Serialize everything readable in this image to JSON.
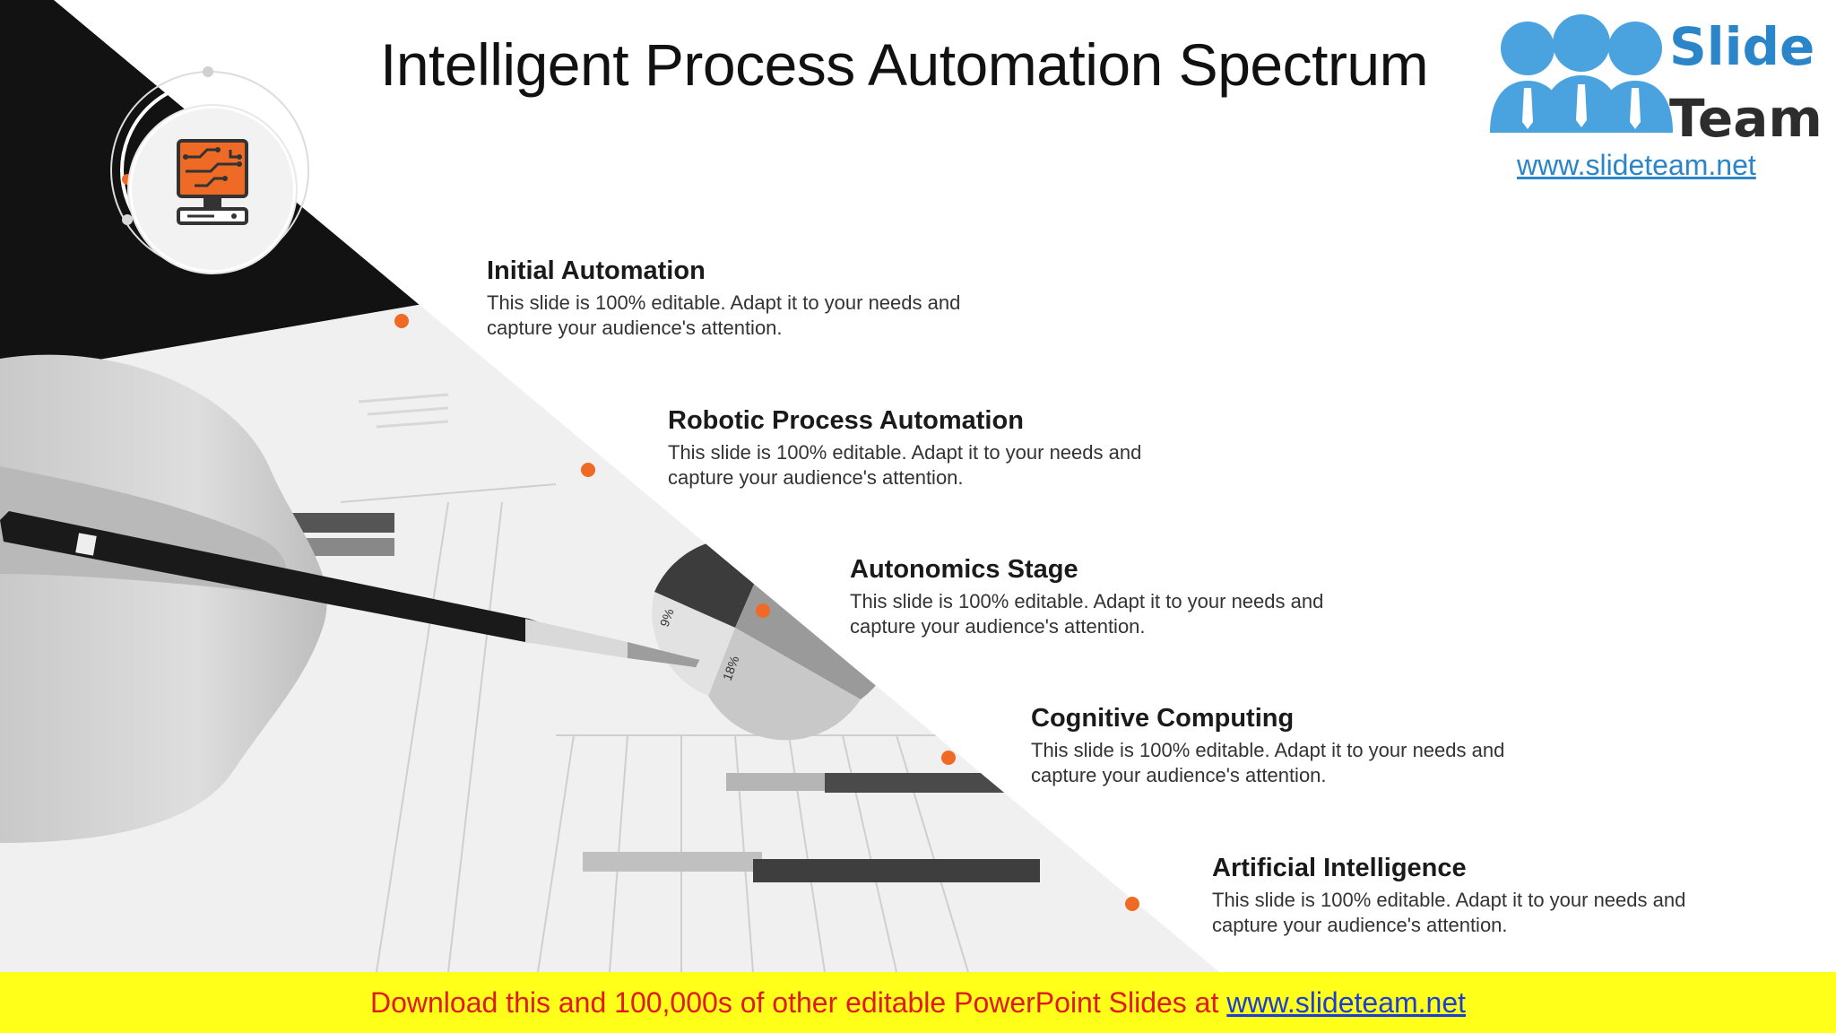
{
  "title": "Intelligent Process Automation Spectrum",
  "items": [
    {
      "title": "Initial Automation",
      "desc": "This slide is 100% editable. Adapt it to your needs and capture your audience's attention."
    },
    {
      "title": "Robotic Process Automation",
      "desc": "This slide is 100% editable. Adapt it to your needs and capture your audience's attention."
    },
    {
      "title": "Autonomics Stage",
      "desc": "This slide is 100% editable. Adapt it to your needs and capture your audience's attention."
    },
    {
      "title": "Cognitive Computing",
      "desc": "This slide is 100% editable. Adapt it to your needs and capture your audience's attention."
    },
    {
      "title": "Artificial Intelligence",
      "desc": "This slide is 100% editable. Adapt it to your needs and capture your audience's attention."
    }
  ],
  "photo_labels": {
    "pie_a": "9%",
    "pie_b": "18%"
  },
  "icon": "computer-circuit-icon",
  "logo": {
    "name_line1": "Slide",
    "name_line2": "Team",
    "url": "www.slideteam.net"
  },
  "footer": {
    "text": "Download this and 100,000s of other editable PowerPoint Slides at ",
    "link": "www.slideteam.net"
  },
  "colors": {
    "accent": "#ef6a24",
    "footer_bg": "#ffff1a",
    "footer_text": "#e01a1a",
    "footer_link": "#1a3fd6",
    "logo_blue": "#2a86c9"
  }
}
